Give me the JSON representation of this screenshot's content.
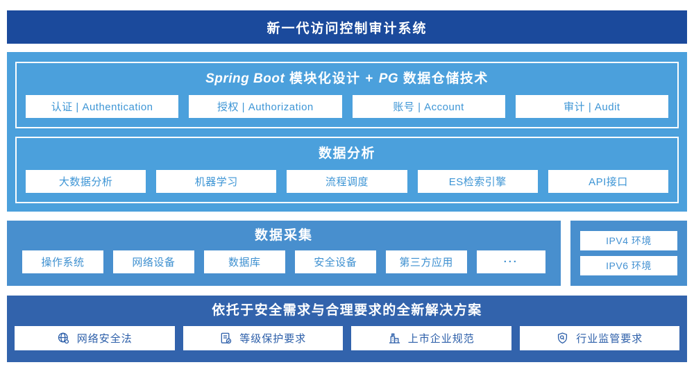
{
  "banner": {
    "title": "新一代访问控制审计系统"
  },
  "platform": {
    "modules_panel": {
      "title": {
        "latin1": "Spring Boot",
        "mid": " 模块化设计 + ",
        "latin2": "PG",
        "rest": " 数据仓储技术"
      },
      "boxes": [
        "认证 | Authentication",
        "授权 | Authorization",
        "账号 | Account",
        "审计 | Audit"
      ]
    },
    "analysis_panel": {
      "title": "数据分析",
      "boxes": [
        "大数据分析",
        "机器学习",
        "流程调度",
        "ES检索引擎",
        "API接口"
      ]
    }
  },
  "collection": {
    "title": "数据采集",
    "boxes": [
      "操作系统",
      "网络设备",
      "数据库",
      "安全设备",
      "第三方应用",
      "···"
    ]
  },
  "environment": {
    "boxes": [
      "IPV4 环境",
      "IPV6 环境"
    ]
  },
  "solution": {
    "title": "依托于安全需求与合理要求的全新解决方案",
    "boxes": [
      {
        "icon": "globe-icon",
        "label": "网络安全法"
      },
      {
        "icon": "document-check-icon",
        "label": "等级保护要求"
      },
      {
        "icon": "building-icon",
        "label": "上市企业规范"
      },
      {
        "icon": "shield-search-icon",
        "label": "行业监管要求"
      }
    ]
  },
  "colors": {
    "banner_bg": "#1b4a9c",
    "platform_bg": "#4ba0dc",
    "collection_bg": "#488fce",
    "solution_bg": "#3263ac",
    "box_text_light_blue": "#3d95d5",
    "box_text_dark_blue": "#2d5fa9",
    "white": "#ffffff"
  }
}
